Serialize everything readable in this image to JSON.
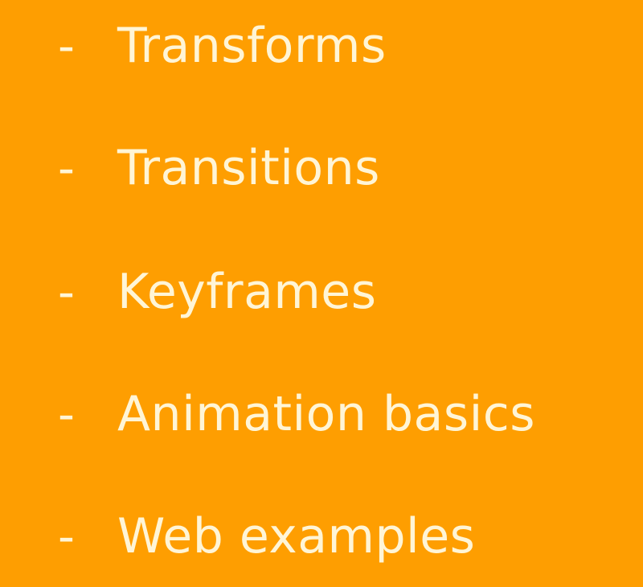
{
  "colors": {
    "background": "#FE9E01",
    "text": "#FFF5D6"
  },
  "list": {
    "bullet": "-",
    "items": [
      "Transforms",
      "Transitions",
      "Keyframes",
      "Animation basics",
      "Web examples"
    ]
  }
}
